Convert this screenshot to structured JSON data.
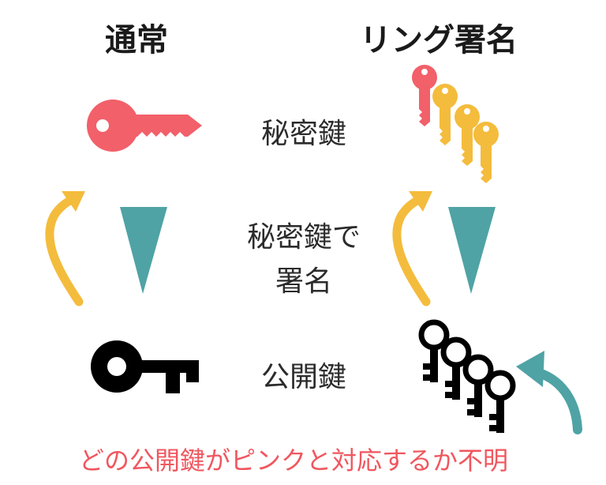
{
  "headings": {
    "normal": "通常",
    "ring": "リング署名"
  },
  "labels": {
    "private_key": "秘密鍵",
    "sign_line1": "秘密鍵で",
    "sign_line2": "署名",
    "public_key": "公開鍵"
  },
  "footer_note": "どの公開鍵がピンクと対応するか不明",
  "colors": {
    "pink": "#f2606a",
    "yellow": "#f4bc3c",
    "teal": "#4fa3a5",
    "black": "#000000",
    "note_red": "#f0575f"
  }
}
